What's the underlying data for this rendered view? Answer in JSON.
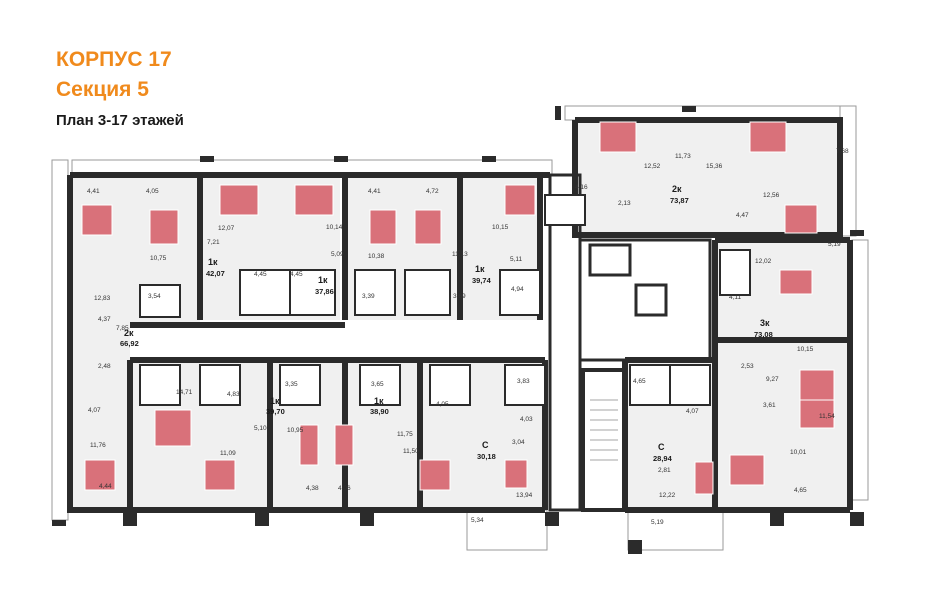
{
  "header": {
    "building": "КОРПУС 17",
    "section": "Секция 5",
    "plan_label": "План 3-17 этажей"
  },
  "colors": {
    "accent": "#f08a1c",
    "wall": "#2b2b2b",
    "floor": "#f0f0f0",
    "furniture": "#d9717a"
  },
  "apartments": [
    {
      "id": "apt-1k-4207",
      "type": "1к",
      "area": "42,07"
    },
    {
      "id": "apt-1k-3786",
      "type": "1к",
      "area": "37,86"
    },
    {
      "id": "apt-1k-3974",
      "type": "1к",
      "area": "39,74"
    },
    {
      "id": "apt-2k-7387",
      "type": "2к",
      "area": "73,87"
    },
    {
      "id": "apt-2k-6692",
      "type": "2к",
      "area": "66,92"
    },
    {
      "id": "apt-3k-7308",
      "type": "3к",
      "area": "73,08"
    },
    {
      "id": "apt-1k-3970",
      "type": "1к",
      "area": "39,70"
    },
    {
      "id": "apt-1k-3890",
      "type": "1к",
      "area": "38,90"
    },
    {
      "id": "apt-c-3018",
      "type": "С",
      "area": "30,18"
    },
    {
      "id": "apt-c-2894",
      "type": "С",
      "area": "28,94"
    }
  ],
  "room_areas": [
    "4,41",
    "4,05",
    "12,07",
    "7,21",
    "10,75",
    "3,54",
    "12,83",
    "4,37",
    "7,85",
    "2,48",
    "4,07",
    "11,76",
    "4,44",
    "4,45",
    "4,45",
    "5,09",
    "10,14",
    "10,38",
    "3,39",
    "4,41",
    "4,72",
    "11,13",
    "10,15",
    "5,11",
    "3,69",
    "4,94",
    "12,52",
    "11,73",
    "15,36",
    "4,16",
    "2,13",
    "4,47",
    "12,56",
    "7,68",
    "5,19",
    "12,02",
    "4,11",
    "10,15",
    "2,53",
    "9,27",
    "3,61",
    "11,54",
    "10,01",
    "4,65",
    "4,65",
    "4,07",
    "2,81",
    "12,22",
    "5,19",
    "14,71",
    "4,83",
    "5,10",
    "11,09",
    "3,35",
    "10,95",
    "4,38",
    "3,65",
    "4,06",
    "4,05",
    "11,75",
    "11,50",
    "3,83",
    "4,03",
    "3,04",
    "13,94",
    "5,34"
  ]
}
